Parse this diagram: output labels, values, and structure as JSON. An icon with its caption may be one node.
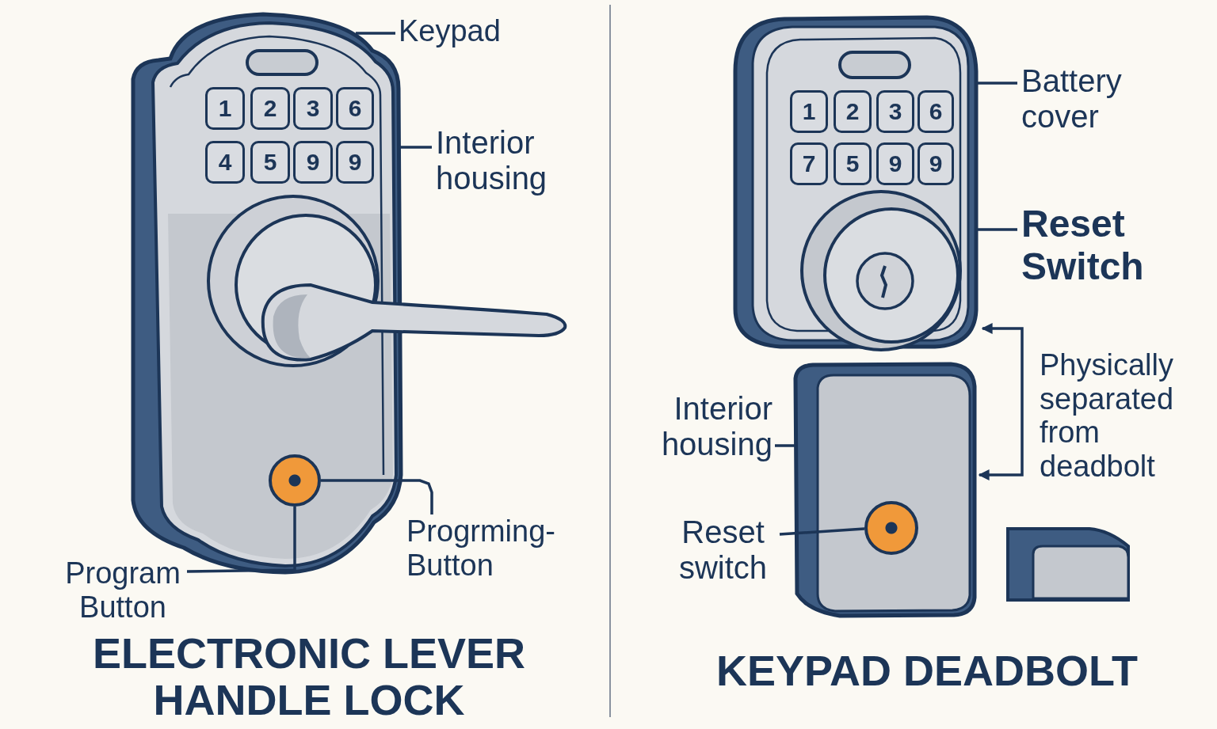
{
  "diagram": {
    "nodes": [
      {
        "text": [],
        "shape": "picture"
      },
      {
        "text": [
          "Keypad"
        ]
      },
      {
        "text": [
          "Interior housing"
        ]
      },
      {
        "text": [],
        "shape": "circle",
        "in": 0
      },
      {
        "text": [
          "Program Button"
        ]
      },
      {
        "text": [
          "Progrming- Button"
        ]
      },
      {
        "text": [],
        "shape": "picture"
      },
      {
        "text": [
          "Battery cover"
        ]
      },
      {
        "text": [
          "Reset Switch"
        ]
      },
      {
        "text": [],
        "shape": "box"
      },
      {
        "text": [],
        "shape": "circle",
        "in": 9
      },
      {
        "text": [
          "Interior housing"
        ]
      },
      {
        "text": [
          "Reset switch"
        ]
      }
    ],
    "edges": [
      {
        "from": 1,
        "to": 0,
        "arrow": "none"
      },
      {
        "from": 2,
        "to": 0,
        "arrow": "none"
      },
      {
        "from": 4,
        "to": 3,
        "arrow": "none"
      },
      {
        "from": 5,
        "to": 3,
        "arrow": "none"
      },
      {
        "from": 7,
        "to": 6,
        "arrow": "none"
      },
      {
        "from": 8,
        "to": 6,
        "arrow": "none"
      },
      {
        "from": 6,
        "to": 9,
        "arrow": "both",
        "label": "Physically separated from deadbolt"
      },
      {
        "from": 11,
        "to": 9,
        "arrow": "none"
      },
      {
        "from": 12,
        "to": 10,
        "arrow": "none"
      }
    ],
    "labels": [
      "1",
      "2",
      "3",
      "6",
      "4",
      "5",
      "9",
      "9",
      "1",
      "2",
      "3",
      "6",
      "7",
      "5",
      "9",
      "9",
      "ELECTRONIC LEVER HANDLE LOCK",
      "KEYPAD DEADBOLT"
    ]
  }
}
